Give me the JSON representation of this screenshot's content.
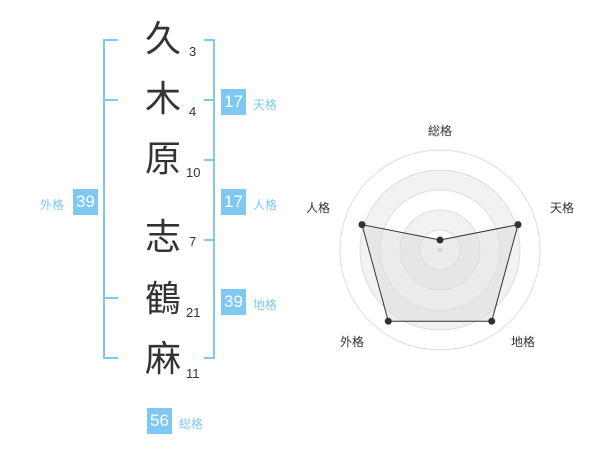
{
  "name_chars": [
    {
      "char": "久",
      "strokes": "3"
    },
    {
      "char": "木",
      "strokes": "4"
    },
    {
      "char": "原",
      "strokes": "10"
    },
    {
      "char": "志",
      "strokes": "7"
    },
    {
      "char": "鶴",
      "strokes": "21"
    },
    {
      "char": "麻",
      "strokes": "11"
    }
  ],
  "fortunes": {
    "tenkaku": {
      "label": "天格",
      "value": "17"
    },
    "jinkaku": {
      "label": "人格",
      "value": "17"
    },
    "chikaku": {
      "label": "地格",
      "value": "39"
    },
    "gaikaku": {
      "label": "外格",
      "value": "39"
    },
    "soukaku": {
      "label": "総格",
      "value": "56"
    }
  },
  "colors": {
    "accent": "#7ec8f2",
    "label": "#7ec8f2",
    "text": "#333333",
    "radar_fill": "#ececec"
  },
  "chart_data": {
    "type": "radar",
    "axes": [
      "総格",
      "天格",
      "地格",
      "外格",
      "人格"
    ],
    "values": [
      0.1,
      0.82,
      0.88,
      0.88,
      0.82
    ],
    "rings": 5,
    "grid": true
  }
}
